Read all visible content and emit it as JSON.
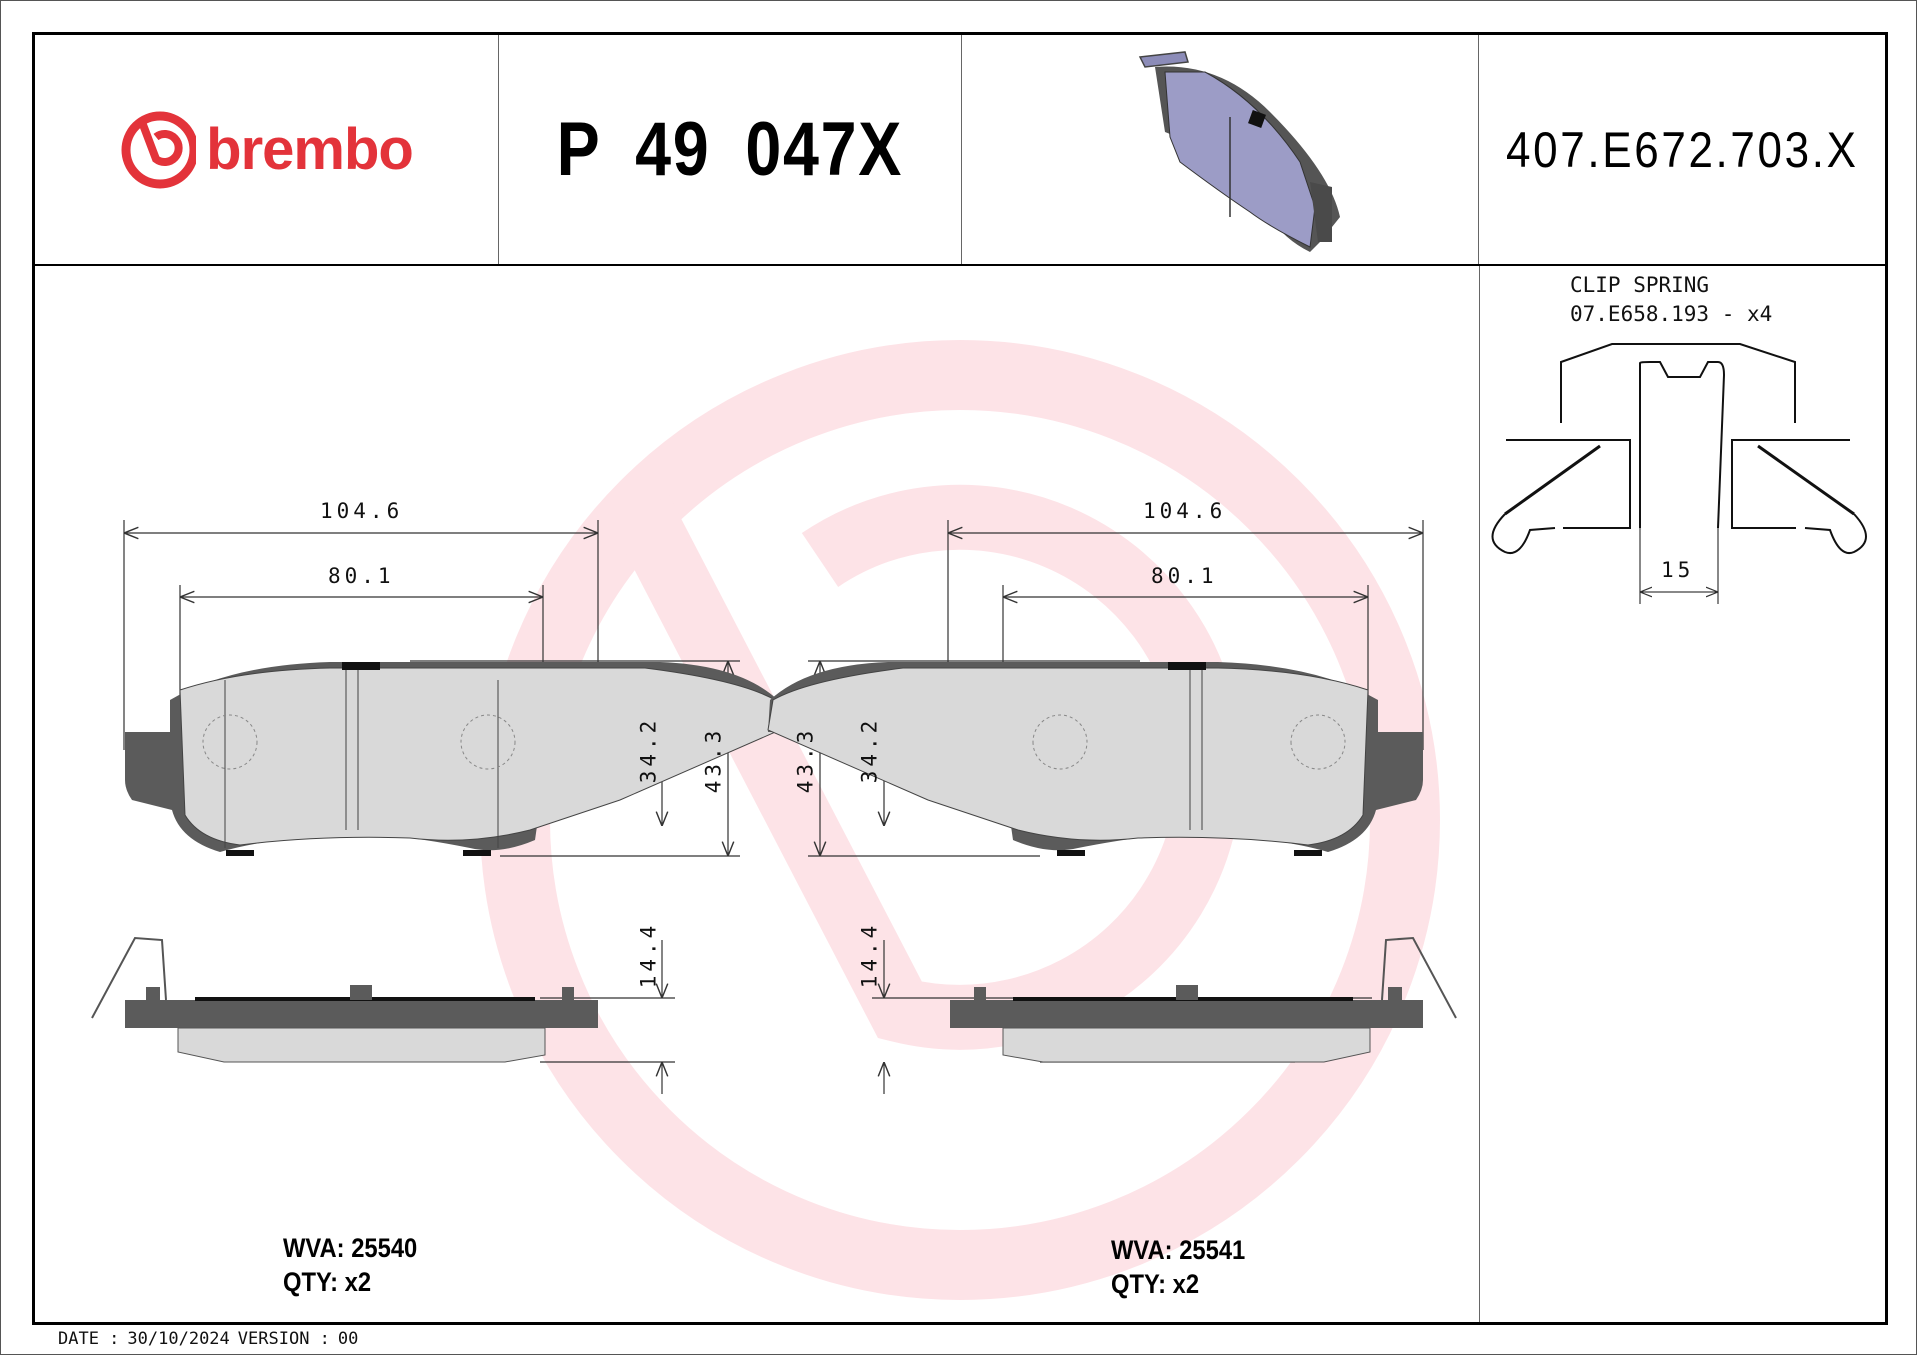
{
  "header": {
    "brand": "brembo",
    "part_number": "P 49 047X",
    "product_image_alt": "brake-pad-3d-render",
    "reference_code": "407.E672.703.X"
  },
  "dimensions": {
    "left_pad": {
      "overall_width": "104.6",
      "friction_width": "80.1",
      "friction_height": "34.2",
      "overall_height": "43.3",
      "thickness": "14.4"
    },
    "right_pad": {
      "overall_width": "104.6",
      "friction_width": "80.1",
      "friction_height": "34.2",
      "overall_height": "43.3",
      "thickness": "14.4"
    }
  },
  "clip_spring": {
    "title": "CLIP SPRING",
    "code_line": "07.E658.193 - x4",
    "width_dim": "15"
  },
  "left_info": {
    "wva_label": "WVA:",
    "wva_value": "25540",
    "qty_label": "QTY:",
    "qty_value": "x2"
  },
  "right_info": {
    "wva_label": "WVA:",
    "wva_value": "25541",
    "qty_label": "QTY:",
    "qty_value": "x2"
  },
  "footer": {
    "date_label": "DATE :",
    "date_value": "30/10/2024",
    "version_label": "VERSION :",
    "version_value": "00"
  },
  "colors": {
    "brand_red": "#e3333a",
    "watermark_pink": "#fbe0e4",
    "backing_plate": "#5a5a5a",
    "friction_material": "#d9d9d9",
    "render_pad": "#9c9cc6"
  }
}
